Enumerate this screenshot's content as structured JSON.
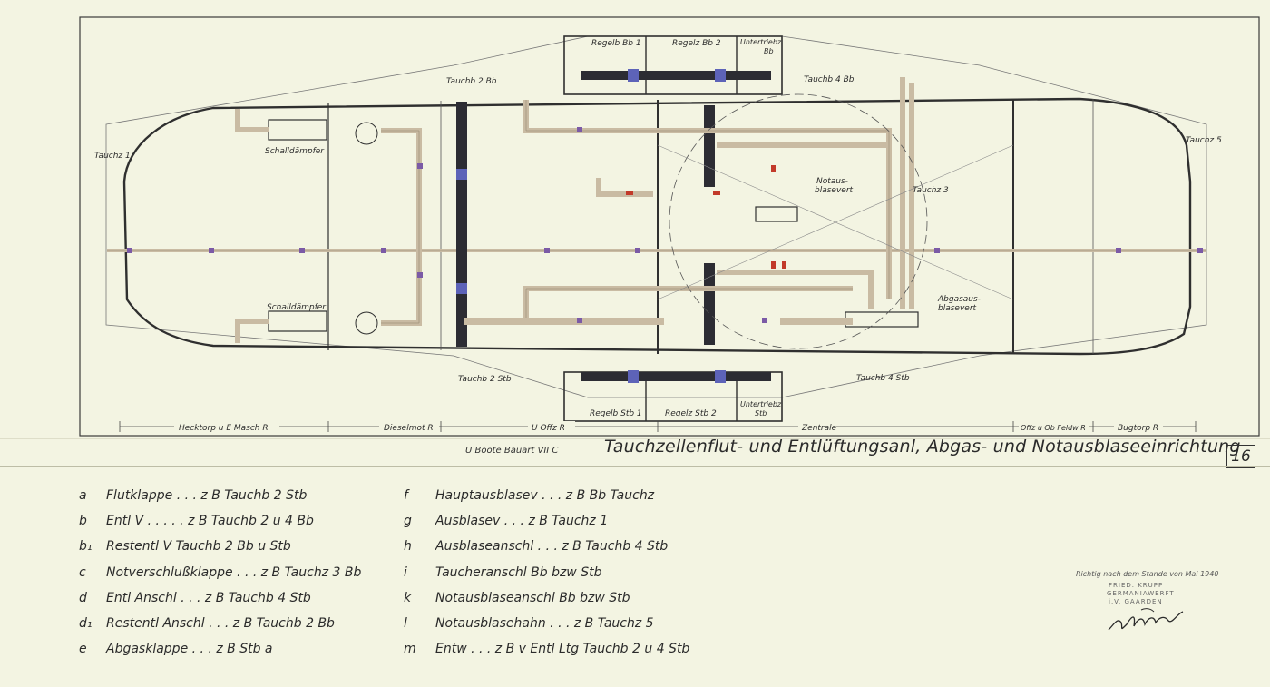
{
  "drawing": {
    "compartments": {
      "tauchz1": "Tauchz 1",
      "tauchz3": "Tauchz 3",
      "tauchz5": "Tauchz 5",
      "tauchb2bb": "Tauchb 2 Bb",
      "tauchb2stb": "Tauchb 2 Stb",
      "tauchb4bb": "Tauchb 4 Bb",
      "tauchb4stb": "Tauchb 4 Stb",
      "regelb_bb1": "Regelb Bb 1",
      "regelz_bb2": "Regelz Bb 2",
      "untertriebz_top": "Untertriebz",
      "untertriebz_top2": "Bb",
      "regelb_stb1": "Regelb Stb 1",
      "regelz_stb2": "Regelz Stb 2",
      "untertriebz_bottom": "Untertriebz",
      "untertriebz_bottom2": "Stb",
      "schalldampfer_top": "Schalldämpfer",
      "schalldampfer_bottom": "Schalldämpfer",
      "notaus_1": "Notaus-",
      "notaus_2": "blasevert",
      "abgas_1": "Abgasaus-",
      "abgas_2": "blasevert"
    },
    "sections": {
      "hecktorp": "Hecktorp u E Masch R",
      "dieselmot": "Dieselmot R",
      "uoffz": "U Offz R",
      "zentrale": "Zentrale",
      "offz": "Offz u Ob Feldw R",
      "bugtorp": "Bugtorp R"
    }
  },
  "footer": {
    "subtitle": "U Boote   Bauart VII C",
    "title": "Tauchzellenflut- und Entlüftungsanl, Abgas- und Notausblaseeinrichtung",
    "page_number": "16"
  },
  "legend": {
    "left": [
      {
        "key": "a",
        "text": "Flutklappe . . .  z B  Tauchb  2  Stb"
      },
      {
        "key": "b",
        "text": "Entl V  . . . . . z B  Tauchb  2 u 4  Bb"
      },
      {
        "key": "b₁",
        "text": "Restentl  V  Tauchb  2 Bb  u  Stb"
      },
      {
        "key": "c",
        "text": "Notverschlußklappe . . . z B  Tauchz  3  Bb"
      },
      {
        "key": "d",
        "text": "Entl  Anschl . . . z B  Tauchb  4  Stb"
      },
      {
        "key": "d₁",
        "text": "Restentl  Anschl . . . z B  Tauchb  2  Bb"
      },
      {
        "key": "e",
        "text": "Abgasklappe . . . z B  Stb  a"
      }
    ],
    "right": [
      {
        "key": "f",
        "text": "Hauptausblasev . . . z B  Bb  Tauchz"
      },
      {
        "key": "g",
        "text": "Ausblasev . . . z B  Tauchz  1"
      },
      {
        "key": "h",
        "text": "Ausblaseanschl . . . z B  Tauchb  4  Stb"
      },
      {
        "key": "i",
        "text": "Taucheranschl  Bb  bzw  Stb"
      },
      {
        "key": "k",
        "text": "Notausblaseanschl  Bb  bzw  Stb"
      },
      {
        "key": "l",
        "text": "Notausblasehahn . . .  z B  Tauchz  5"
      },
      {
        "key": "m",
        "text": "Entw . . . z B  v  Entl  Ltg  Tauchb  2 u 4  Stb"
      }
    ]
  },
  "stamp": {
    "line1": "Richtig nach dem Stande von Mai 1940",
    "line2": "FRIED. KRUPP",
    "line3": "GERMANIAWERFT",
    "line4": "i.V. GAARDEN"
  },
  "colors": {
    "paper": "#f3f4e2",
    "ink": "#2f2f2f",
    "pipe": "#c9bba3",
    "dark_pipe": "#2c2c33",
    "marker_purple": "#7b5aa6",
    "marker_blue": "#5d63b8",
    "marker_red": "#c23a2a"
  }
}
